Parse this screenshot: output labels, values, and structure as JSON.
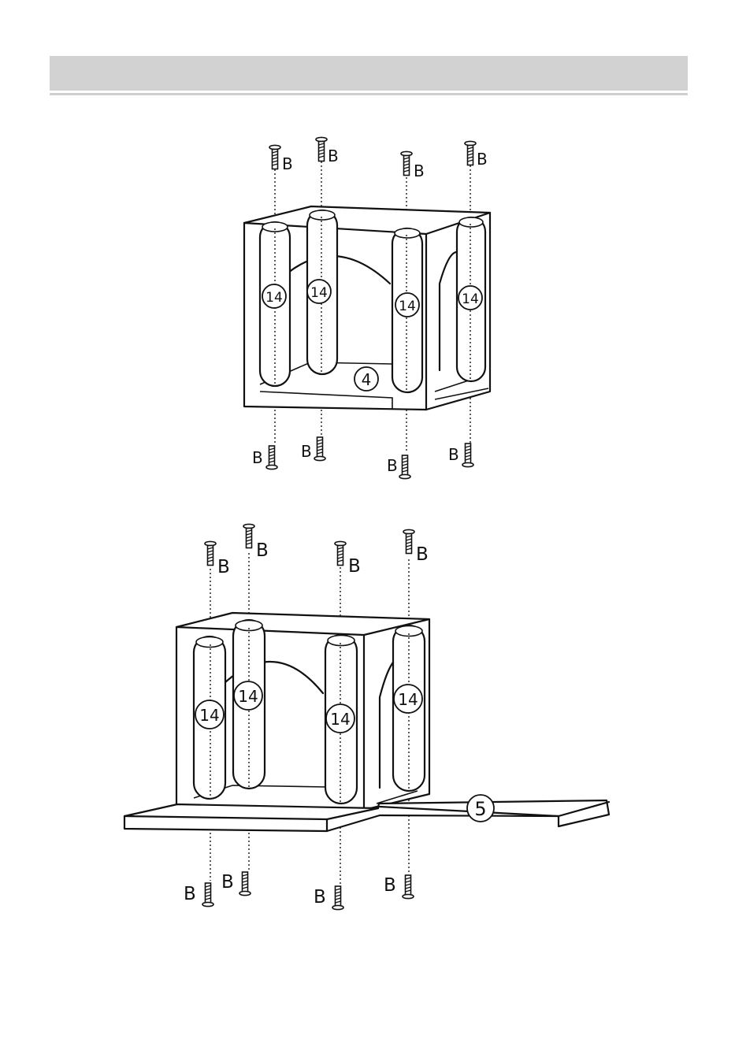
{
  "header": {
    "text": ""
  },
  "step1": {
    "part_panel": "4",
    "leg_labels": [
      "14",
      "14",
      "14",
      "14"
    ],
    "screw_labels_top": [
      "B",
      "B",
      "B",
      "B"
    ],
    "screw_labels_bottom": [
      "B",
      "B",
      "B",
      "B"
    ]
  },
  "step2": {
    "part_board": "5",
    "leg_labels": [
      "14",
      "14",
      "14",
      "14"
    ],
    "screw_labels_top": [
      "B",
      "B",
      "B",
      "B"
    ],
    "screw_labels_bottom": [
      "B",
      "B",
      "B",
      "B"
    ]
  }
}
